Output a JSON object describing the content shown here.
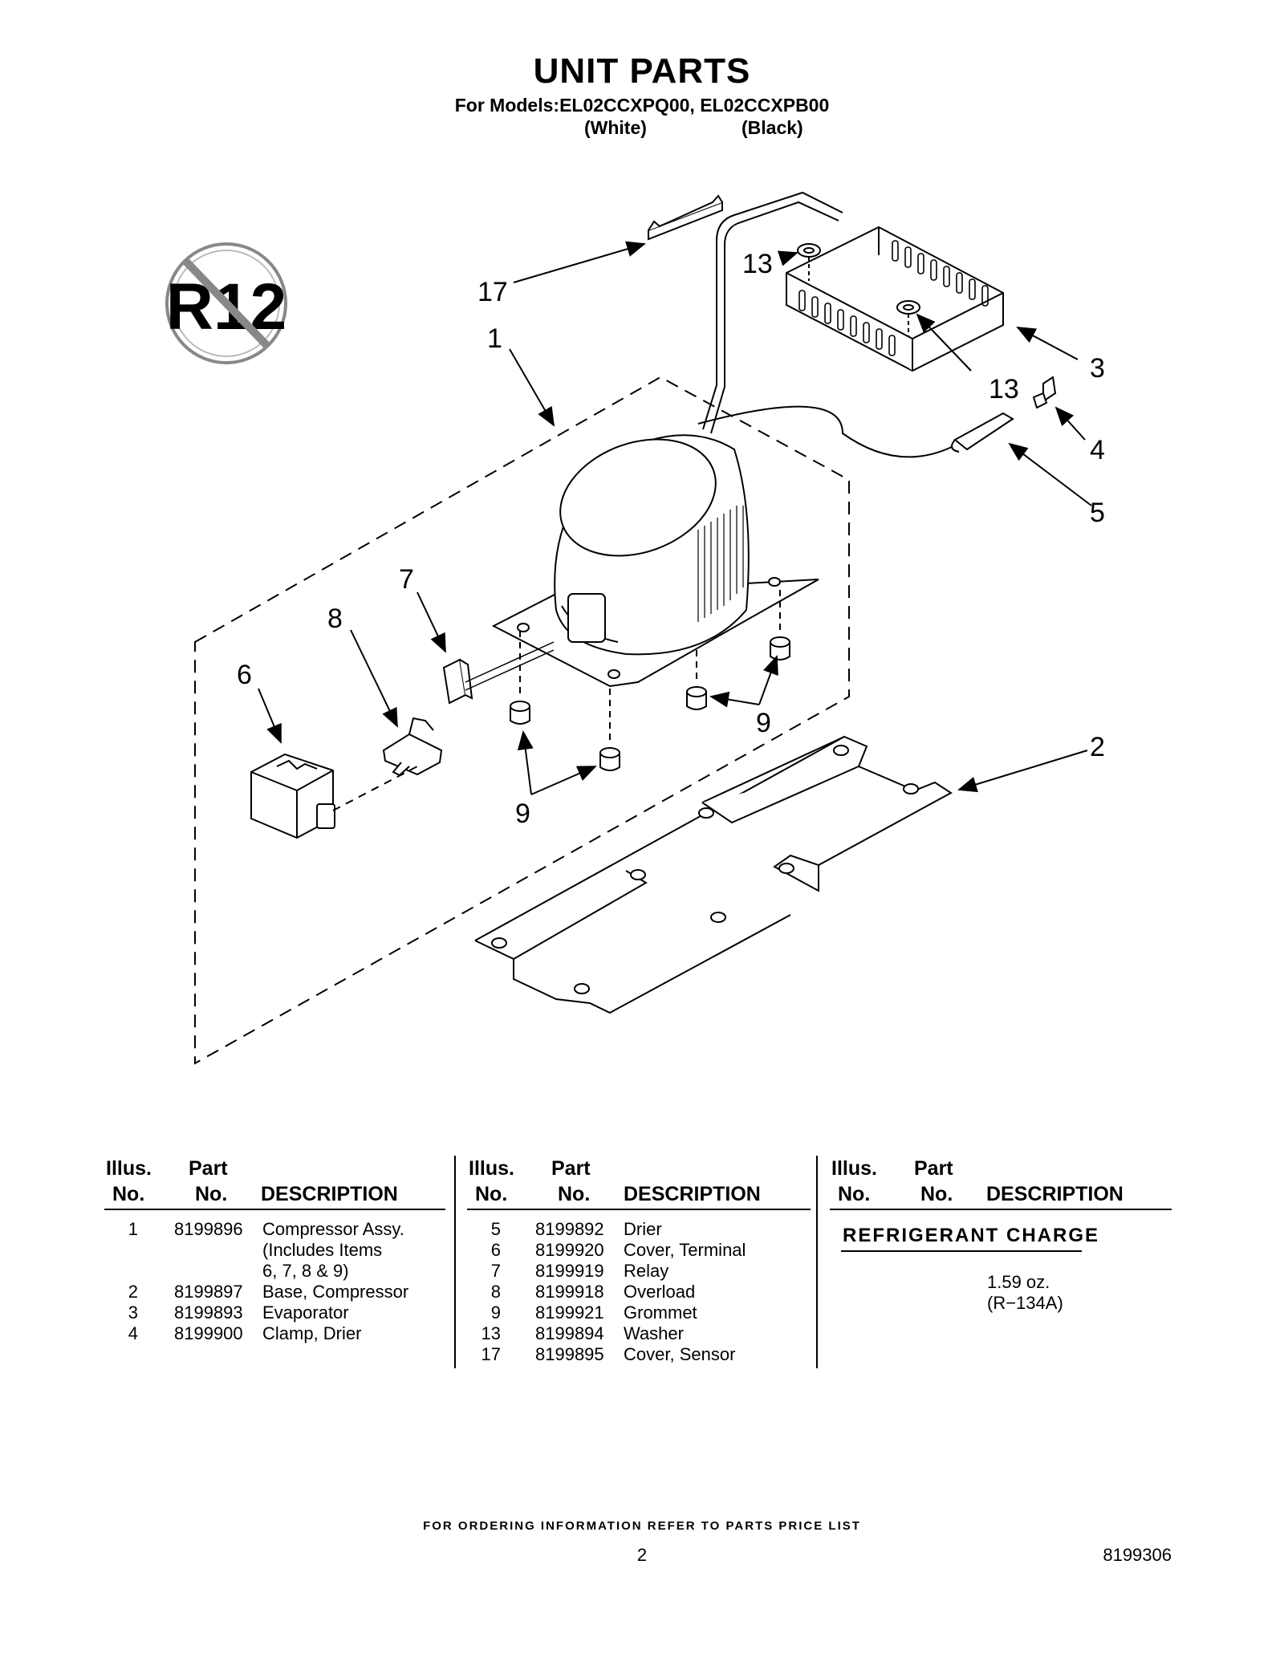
{
  "header": {
    "title": "UNIT PARTS",
    "models_line": "For Models:EL02CCXPQ00, EL02CCXPB00",
    "color_white": "(White)",
    "color_black": "(Black)"
  },
  "diagram": {
    "badge_text": "R12",
    "callouts": [
      "17",
      "13",
      "1",
      "3",
      "13",
      "4",
      "5",
      "7",
      "8",
      "6",
      "9",
      "2",
      "9"
    ]
  },
  "table": {
    "headers": {
      "illus": "Illus.",
      "no": "No.",
      "part": "Part",
      "part_no": "No.",
      "description": "DESCRIPTION"
    },
    "col1": [
      {
        "illus": "1",
        "part": "8199896",
        "desc": "Compressor Assy."
      },
      {
        "illus": "",
        "part": "",
        "desc": "(Includes Items"
      },
      {
        "illus": "",
        "part": "",
        "desc": "6, 7, 8 & 9)"
      },
      {
        "illus": "2",
        "part": "8199897",
        "desc": "Base, Compressor"
      },
      {
        "illus": "3",
        "part": "8199893",
        "desc": "Evaporator"
      },
      {
        "illus": "4",
        "part": "8199900",
        "desc": "Clamp, Drier"
      }
    ],
    "col2": [
      {
        "illus": "5",
        "part": "8199892",
        "desc": "Drier"
      },
      {
        "illus": "6",
        "part": "8199920",
        "desc": "Cover, Terminal"
      },
      {
        "illus": "7",
        "part": "8199919",
        "desc": "Relay"
      },
      {
        "illus": "8",
        "part": "8199918",
        "desc": "Overload"
      },
      {
        "illus": "9",
        "part": "8199921",
        "desc": "Grommet"
      },
      {
        "illus": "13",
        "part": "8199894",
        "desc": "Washer"
      },
      {
        "illus": "17",
        "part": "8199895",
        "desc": "Cover, Sensor"
      }
    ],
    "refrigerant": {
      "title": "REFRIGERANT CHARGE",
      "amount": "1.59 oz.",
      "type": "(R−134A)"
    }
  },
  "footer": {
    "ordering": "FOR ORDERING INFORMATION REFER TO PARTS PRICE LIST",
    "page": "2",
    "doc_number": "8199306"
  }
}
